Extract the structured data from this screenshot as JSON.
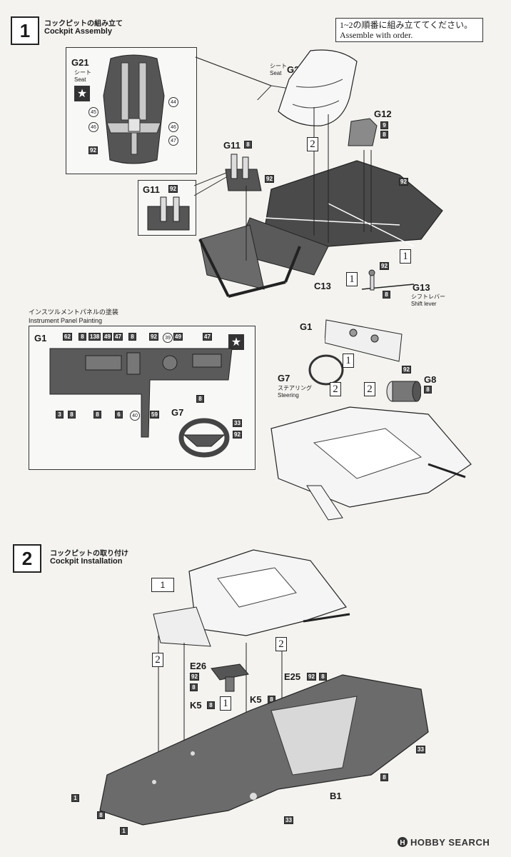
{
  "step1": {
    "number": "1",
    "title_jp": "コックピットの組み立て",
    "title_en": "Cockpit Assembly",
    "note_jp": "1~2の順番に組み立ててください。",
    "note_en": "Assemble with order.",
    "seat_detail": {
      "part": "G21",
      "name_jp": "シート",
      "name_en": "Seat",
      "callouts": [
        "44",
        "45",
        "46",
        "46",
        "47",
        "92"
      ]
    },
    "seat": {
      "part": "G21",
      "name_jp": "シート",
      "name_en": "Seat"
    },
    "g12": {
      "part": "G12",
      "paints": [
        "9",
        "8"
      ]
    },
    "g11": {
      "part": "G11",
      "paint": "8",
      "extra": "92"
    },
    "g11_detail": {
      "part": "G11",
      "paint": "92"
    },
    "frame_paint": "92",
    "c13": "C13",
    "g13": {
      "part": "G13",
      "name_jp": "シフトレバー",
      "name_en": "Shift lever",
      "paints": [
        "92",
        "8"
      ]
    },
    "orders": [
      "2",
      "1",
      "1"
    ]
  },
  "instrument": {
    "title_jp": "インスツルメントパネルの塗装",
    "title_en": "Instrument Panel Painting",
    "part": "G1",
    "top_codes": [
      "62",
      "8",
      "138",
      "49",
      "47",
      "8",
      "92",
      "39",
      "49",
      "47"
    ],
    "bottom_codes": [
      "3",
      "8",
      "8",
      "6",
      "40",
      "59",
      "8"
    ],
    "g7": {
      "part": "G7",
      "codes": [
        "33",
        "92"
      ]
    }
  },
  "step1_right": {
    "g1": "G1",
    "g7": {
      "part": "G7",
      "name_jp": "ステアリング",
      "name_en": "Steering"
    },
    "g8": {
      "part": "G8",
      "paints": [
        "92",
        "8"
      ]
    },
    "orders": [
      "1",
      "2",
      "2"
    ]
  },
  "step2": {
    "number": "2",
    "title_jp": "コックピットの取り付け",
    "title_en": "Cockpit Installation",
    "ref": "1",
    "e26": {
      "part": "E26",
      "paints": [
        "92",
        "8"
      ]
    },
    "e25": {
      "part": "E25",
      "paints": [
        "92",
        "8"
      ]
    },
    "k5a": {
      "part": "K5",
      "paint": "8"
    },
    "k5b": {
      "part": "K5",
      "paint": "8"
    },
    "b1": "B1",
    "orders": [
      "2",
      "2",
      "1",
      "1"
    ],
    "floor_codes": [
      "1",
      "8",
      "1",
      "33",
      "33",
      "8"
    ]
  },
  "watermark": "HOBBY SEARCH"
}
